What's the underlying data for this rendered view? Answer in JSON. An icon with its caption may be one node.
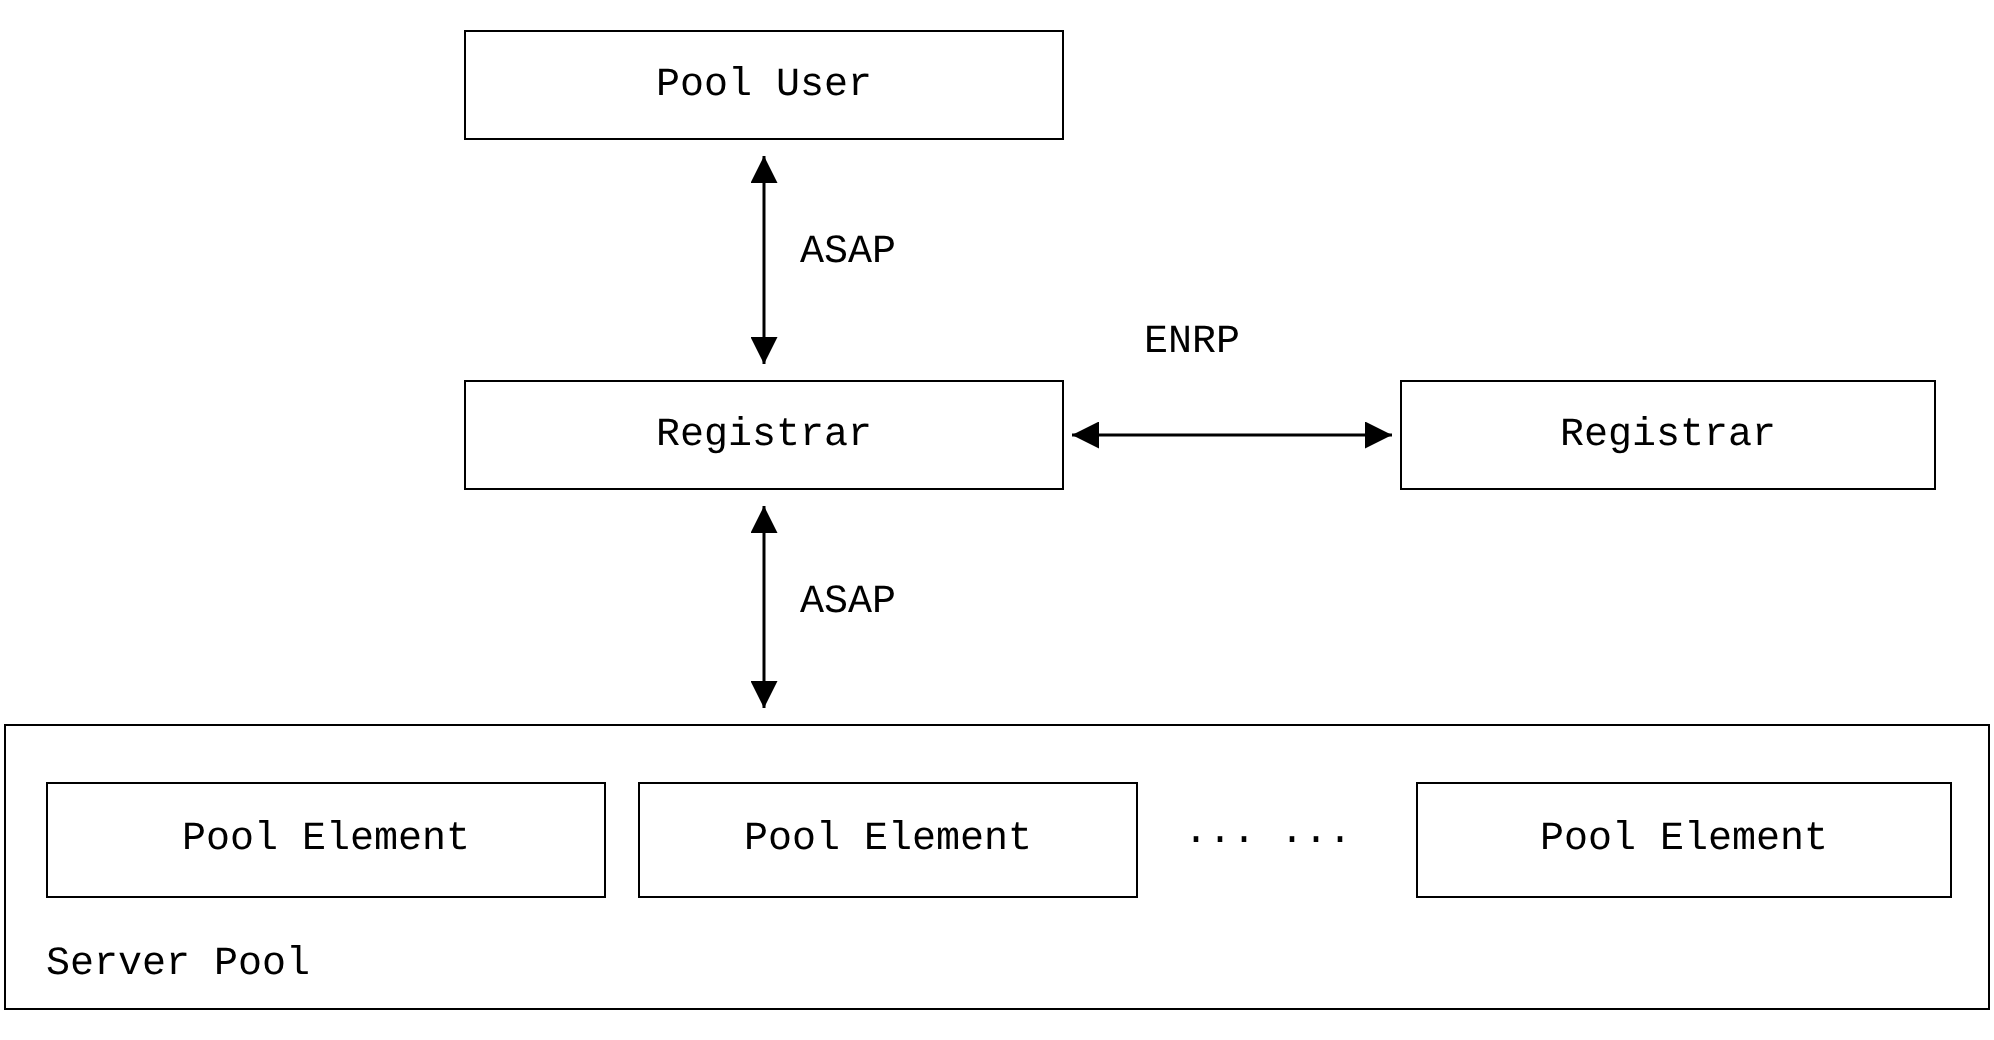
{
  "diagram": {
    "nodes": [
      {
        "text": [
          "Pool User"
        ]
      },
      {
        "text": [
          "Registrar"
        ]
      },
      {
        "text": [
          "Registrar"
        ]
      },
      {
        "text": [
          "Server Pool"
        ]
      },
      {
        "text": [
          "Pool Element"
        ],
        "in": 3
      },
      {
        "text": [
          "Pool Element"
        ],
        "in": 3
      },
      {
        "text": [
          "Pool Element"
        ],
        "in": 3
      }
    ],
    "edges": [
      {
        "from": 0,
        "to": 1,
        "arrow": "both",
        "label": "ASAP"
      },
      {
        "from": 1,
        "to": 2,
        "arrow": "both",
        "label": "ENRP"
      },
      {
        "from": 1,
        "to": 3,
        "arrow": "both",
        "label": "ASAP"
      }
    ],
    "labels": [
      "... ..."
    ]
  }
}
